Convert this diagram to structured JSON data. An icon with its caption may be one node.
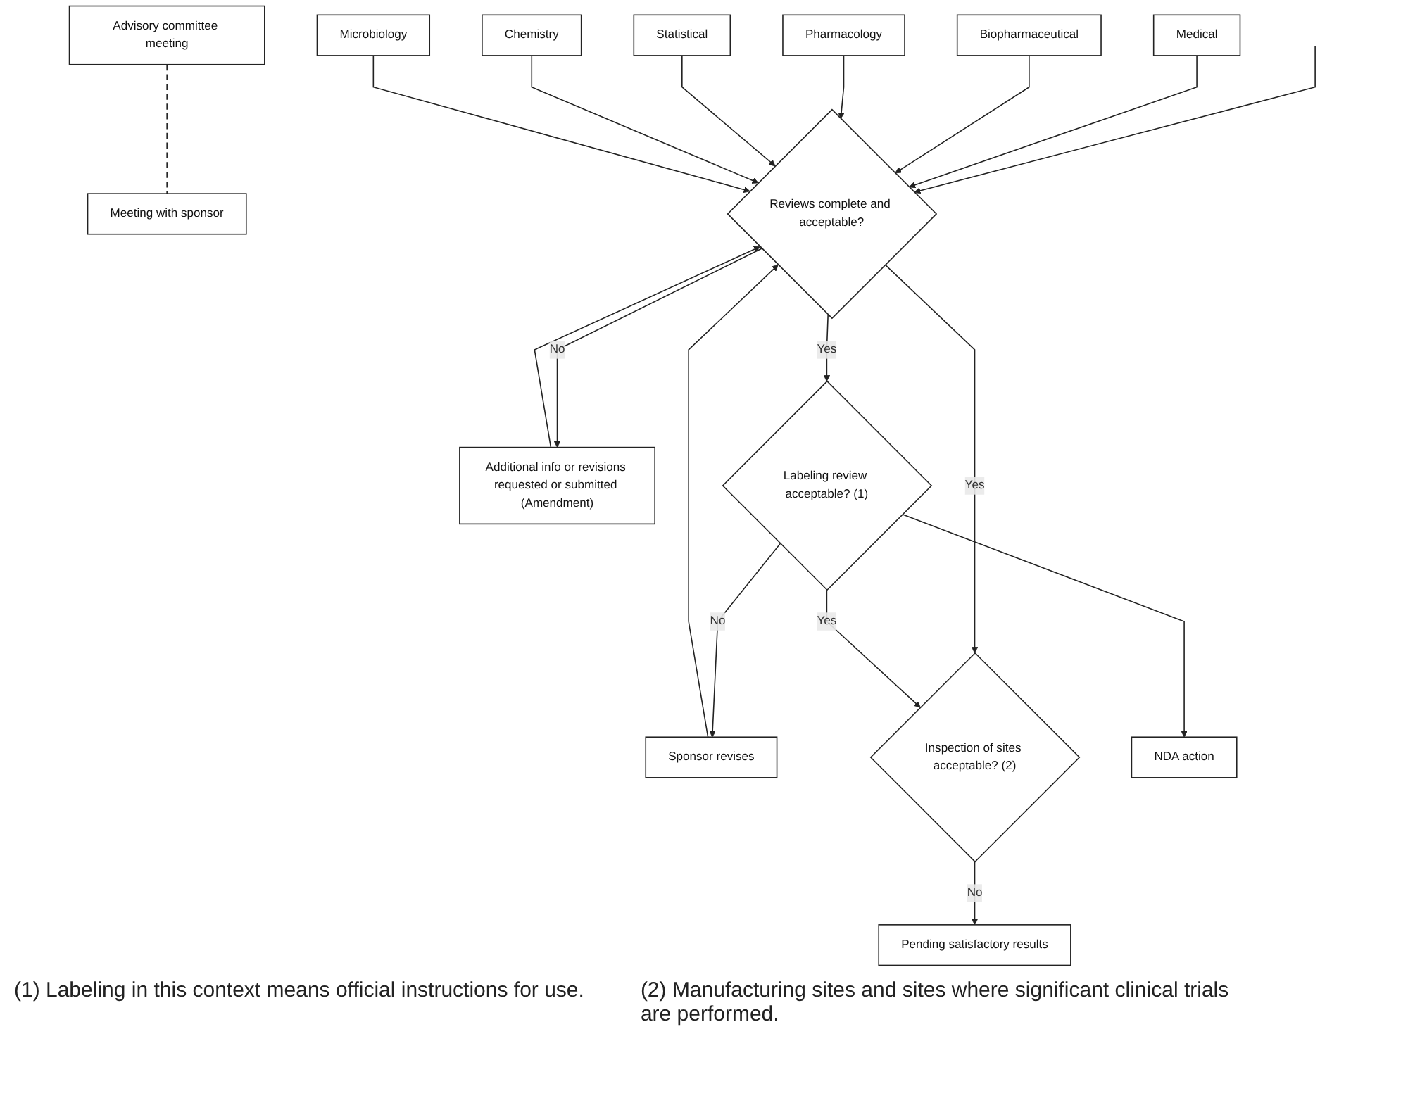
{
  "diagram": {
    "nodes": [
      {
        "text": [
          "Medical"
        ]
      },
      {
        "text": [
          "Biopharmaceutical"
        ]
      },
      {
        "text": [
          "Pharmacology"
        ]
      },
      {
        "text": [
          "Statistical"
        ]
      },
      {
        "text": [
          "Chemistry"
        ]
      },
      {
        "text": [
          "Microbiology"
        ]
      },
      {
        "text": [
          "Advisory committee meeting"
        ]
      },
      {
        "text": [
          "Meeting with sponsor"
        ]
      },
      {
        "text": [
          "Reviews complete and acceptable?"
        ]
      },
      {
        "text": [
          "Additional info or revisions requested or submitted (Amendment)"
        ]
      },
      {
        "text": [
          "Sponsor revises"
        ]
      },
      {
        "text": [
          "Labeling review acceptable? (1)"
        ]
      },
      {
        "text": [
          "Inspection of sites acceptable? (2)"
        ]
      },
      {
        "text": [
          "Pending satisfactory results"
        ]
      },
      {
        "text": [
          "NDA action"
        ]
      }
    ],
    "edges": [
      {
        "from": null,
        "to": 8,
        "arrow": "to"
      },
      {
        "from": 0,
        "to": 8,
        "arrow": "to"
      },
      {
        "from": 1,
        "to": 8,
        "arrow": "to"
      },
      {
        "from": 2,
        "to": 8,
        "arrow": "to"
      },
      {
        "from": 3,
        "to": 8,
        "arrow": "to"
      },
      {
        "from": 4,
        "to": 8,
        "arrow": "to"
      },
      {
        "from": 5,
        "to": 8,
        "arrow": "to"
      },
      {
        "from": 6,
        "to": 7,
        "arrow": "none",
        "style": "dashed"
      },
      {
        "from": 8,
        "to": 9,
        "arrow": "to",
        "label": "No"
      },
      {
        "from": 9,
        "to": 8,
        "arrow": "to"
      },
      {
        "from": 10,
        "to": 8,
        "arrow": "to"
      },
      {
        "from": 8,
        "to": 11,
        "arrow": "to",
        "label": "Yes"
      },
      {
        "from": 8,
        "to": 12,
        "arrow": "to",
        "label": "Yes"
      },
      {
        "from": 11,
        "to": 10,
        "arrow": "to",
        "label": "No"
      },
      {
        "from": 11,
        "to": 12,
        "arrow": "to",
        "label": "Yes"
      },
      {
        "from": 11,
        "to": 14,
        "arrow": "to"
      },
      {
        "from": 12,
        "to": 13,
        "arrow": "to",
        "label": "No"
      }
    ],
    "labels": [
      "(1) Labeling in this context means official instructions for use.",
      "(2) Manufacturing sites and sites where significant clinical trials are performed."
    ]
  }
}
